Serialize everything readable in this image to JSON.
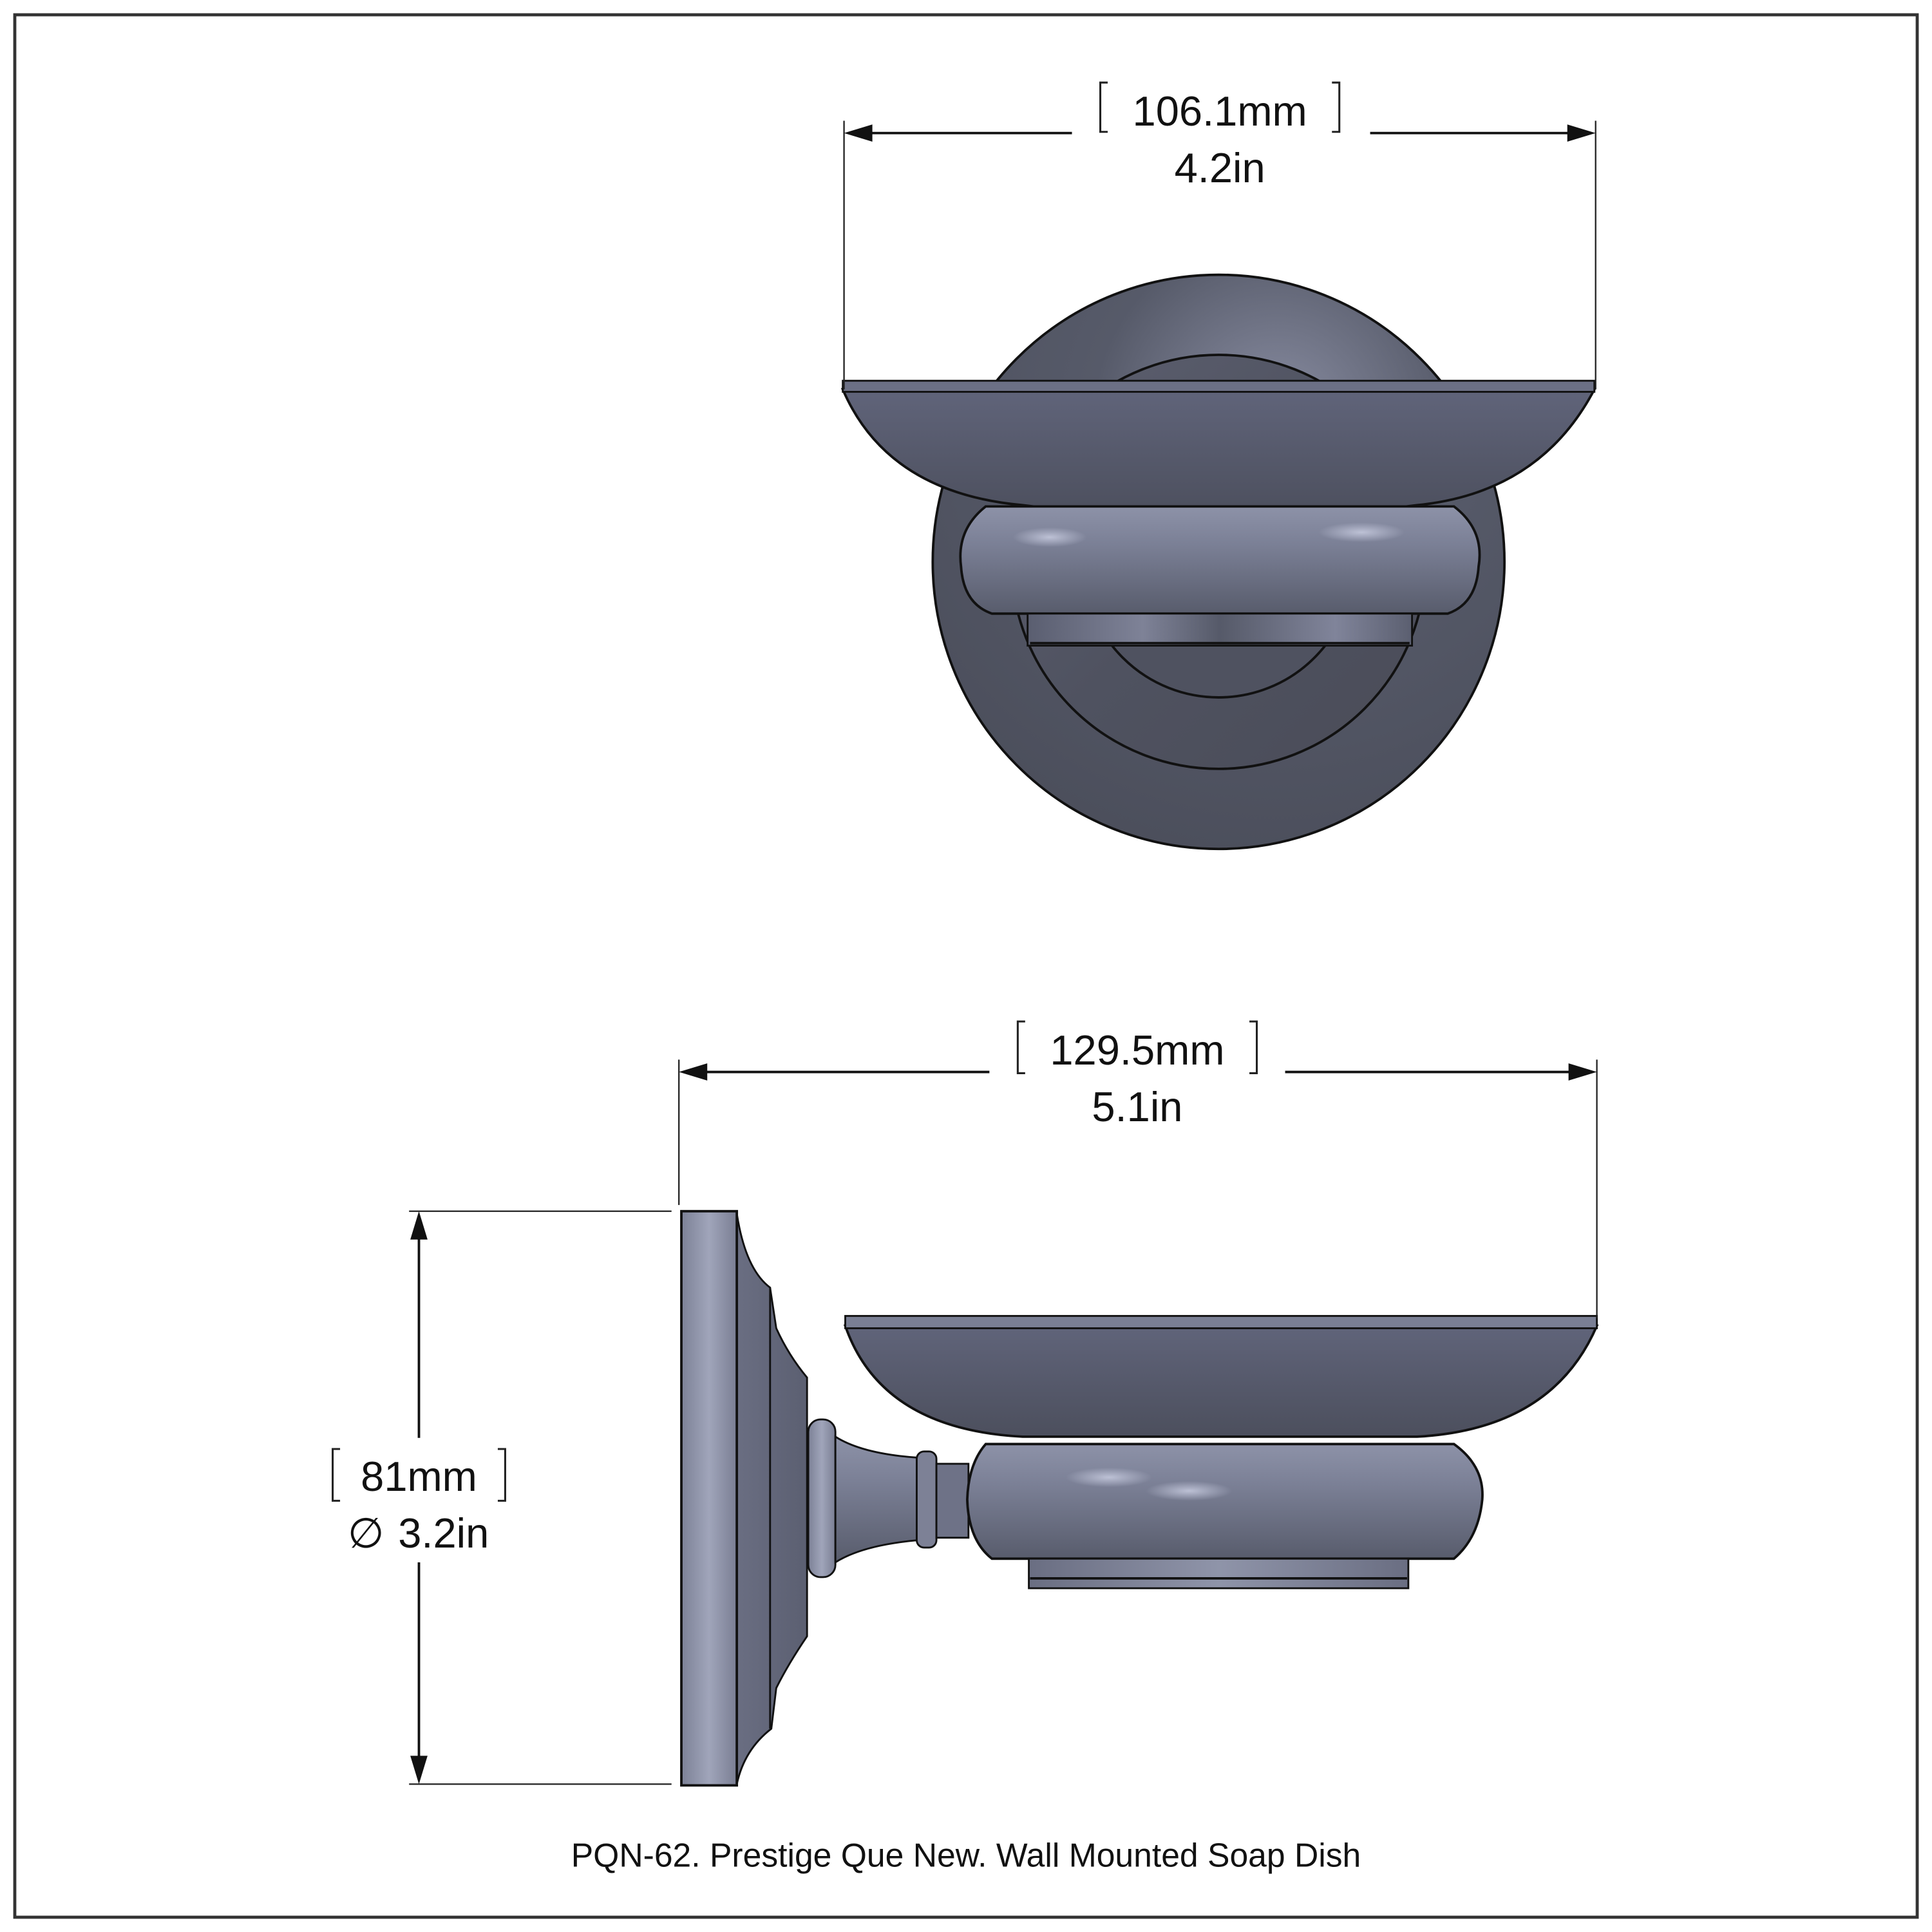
{
  "drawing": {
    "caption": "PQN-62. Prestige Que New. Wall Mounted Soap Dish",
    "colors": {
      "border": "#333333",
      "metal_dark": "#4f5260",
      "metal_mid": "#6a6e80",
      "metal_light": "#9ea3b8",
      "dimension_line": "#111111"
    },
    "front_view": {
      "width_dimension": {
        "metric": "106.1mm",
        "imperial": "4.2in"
      }
    },
    "side_view": {
      "depth_dimension": {
        "metric": "129.5mm",
        "imperial": "5.1in"
      },
      "height_dimension": {
        "metric": "81mm",
        "diameter_symbol": "∅",
        "imperial": "3.2in"
      }
    }
  }
}
